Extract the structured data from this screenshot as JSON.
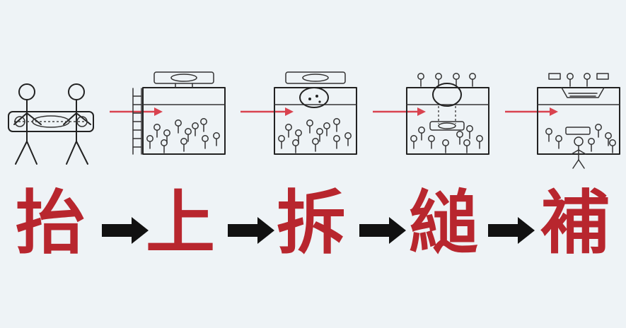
{
  "steps": [
    {
      "char": "抬"
    },
    {
      "char": "上"
    },
    {
      "char": "拆"
    },
    {
      "char": "縋"
    },
    {
      "char": "補"
    }
  ],
  "colors": {
    "char": "#b8262e",
    "red_arrow": "#d9434f",
    "ink": "#222222",
    "background": "#eef3f6"
  }
}
